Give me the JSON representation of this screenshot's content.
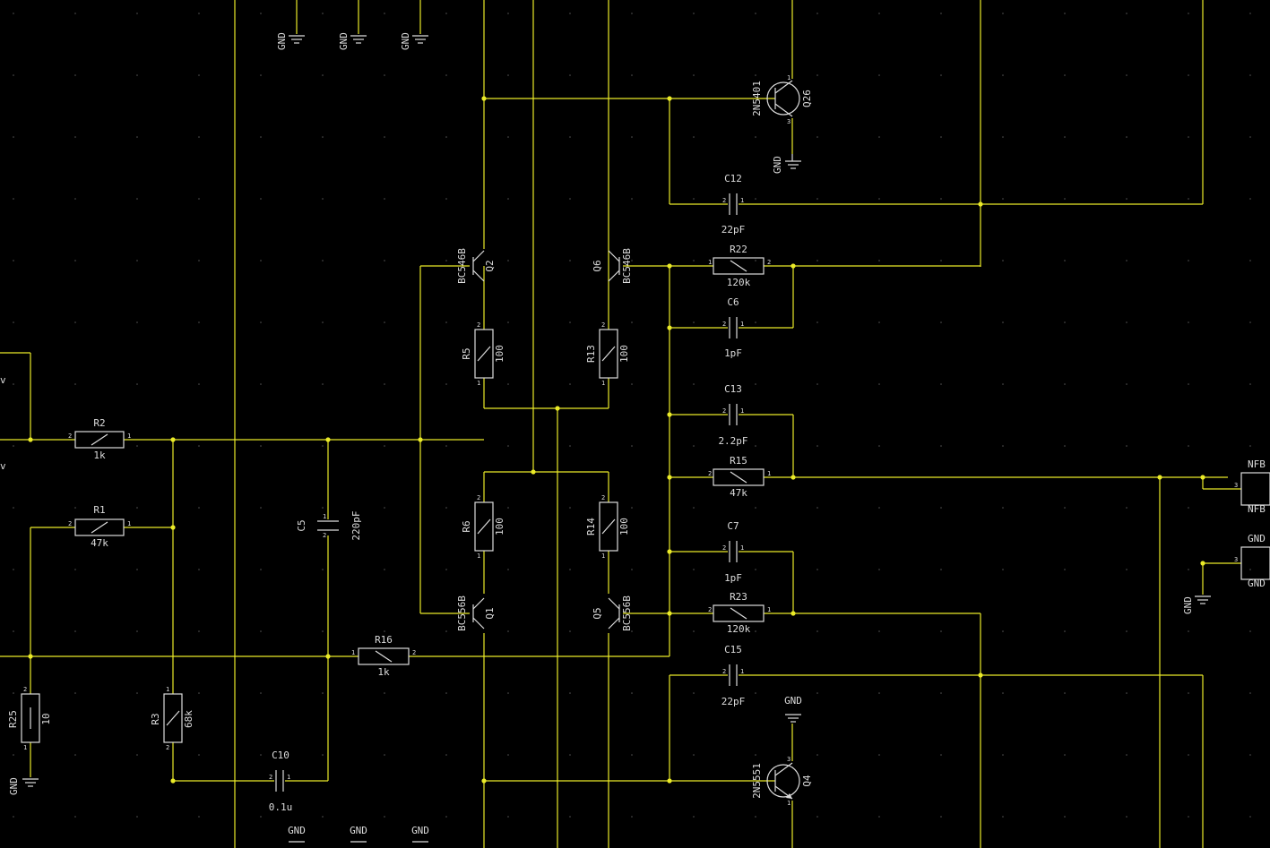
{
  "resistors": [
    {
      "ref": "R2",
      "value": "1k",
      "pin_left": "2",
      "pin_right": "1"
    },
    {
      "ref": "R1",
      "value": "47k",
      "pin_left": "2",
      "pin_right": "1"
    },
    {
      "ref": "R16",
      "value": "1k",
      "pin_left": "1",
      "pin_right": "2"
    },
    {
      "ref": "R22",
      "value": "120k",
      "pin_left": "1",
      "pin_right": "2"
    },
    {
      "ref": "R15",
      "value": "47k",
      "pin_left": "2",
      "pin_right": "1"
    },
    {
      "ref": "R23",
      "value": "120k",
      "pin_left": "2",
      "pin_right": "1"
    },
    {
      "ref": "R5",
      "value": "100",
      "pin_top": "2",
      "pin_bottom": "1"
    },
    {
      "ref": "R13",
      "value": "100",
      "pin_top": "2",
      "pin_bottom": "1"
    },
    {
      "ref": "R6",
      "value": "100",
      "pin_top": "2",
      "pin_bottom": "1"
    },
    {
      "ref": "R14",
      "value": "100",
      "pin_top": "2",
      "pin_bottom": "1"
    },
    {
      "ref": "R25",
      "value": "10",
      "pin_top": "2",
      "pin_bottom": "1"
    },
    {
      "ref": "R3",
      "value": "68k",
      "pin_top": "1",
      "pin_bottom": "2"
    }
  ],
  "capacitors": [
    {
      "ref": "C12",
      "value": "22pF",
      "pin_left": "2",
      "pin_right": "1"
    },
    {
      "ref": "C6",
      "value": "1pF",
      "pin_left": "2",
      "pin_right": "1"
    },
    {
      "ref": "C13",
      "value": "2.2pF",
      "pin_left": "2",
      "pin_right": "1"
    },
    {
      "ref": "C7",
      "value": "1pF",
      "pin_left": "2",
      "pin_right": "1"
    },
    {
      "ref": "C15",
      "value": "22pF",
      "pin_left": "2",
      "pin_right": "1"
    },
    {
      "ref": "C10",
      "value": "0.1u",
      "pin_left": "2",
      "pin_right": "1"
    },
    {
      "ref": "C5",
      "value": "220pF",
      "pin_top": "1",
      "pin_bottom": "2"
    }
  ],
  "transistors": [
    {
      "ref": "Q26",
      "part": "2N5401"
    },
    {
      "ref": "Q4",
      "part": "2N5551"
    },
    {
      "ref": "Q2",
      "part": "BC546B"
    },
    {
      "ref": "Q6",
      "part": "BC546B"
    },
    {
      "ref": "Q1",
      "part": "BC556B"
    },
    {
      "ref": "Q5",
      "part": "BC556B"
    }
  ],
  "connectors": [
    {
      "name": "NFB",
      "name2": "NFB",
      "pin": "3"
    },
    {
      "name": "GND",
      "name2": "GND",
      "pin": "3"
    }
  ],
  "ground_label": "GND",
  "left_edge_labels": [
    "v",
    "v"
  ],
  "colors": {
    "background": "#000000",
    "wire": "#eaea28",
    "symbol": "#dcdcdc",
    "grid": "#555555"
  }
}
